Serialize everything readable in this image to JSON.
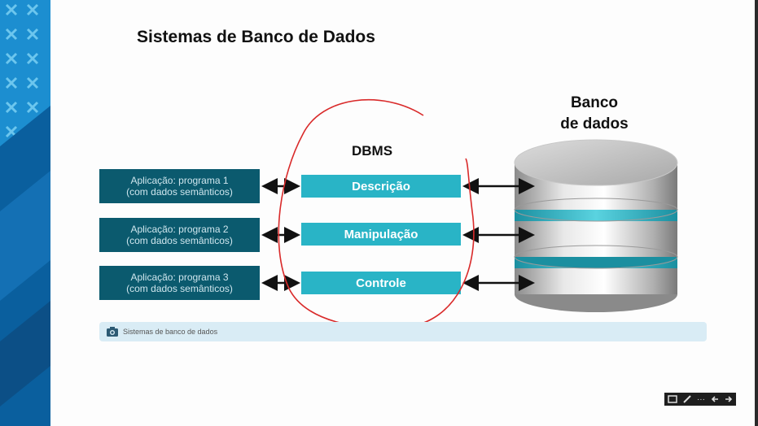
{
  "title": "Sistemas de Banco de Dados",
  "apps": [
    {
      "line1": "Aplicação: programa 1",
      "line2": "(com dados semânticos)"
    },
    {
      "line1": "Aplicação: programa 2",
      "line2": "(com dados semânticos)"
    },
    {
      "line1": "Aplicação: programa 3",
      "line2": "(com dados semânticos)"
    }
  ],
  "dbms": {
    "label": "DBMS",
    "items": [
      "Descrição",
      "Manipulação",
      "Controle"
    ]
  },
  "database": {
    "line1": "Banco",
    "line2": "de dados"
  },
  "caption": {
    "icon": "camera-icon",
    "text": "Sistemas de banco de dados"
  },
  "controls": {
    "icons": [
      "slide-icon",
      "pen-icon",
      "more-icon",
      "prev-arrow-icon",
      "next-arrow-icon"
    ],
    "more_label": "···"
  },
  "colors": {
    "app_box": "#0b5a6e",
    "dbms_box": "#29b4c6",
    "side_band": "#1c8ed0",
    "annotation": "#d92a2a"
  }
}
